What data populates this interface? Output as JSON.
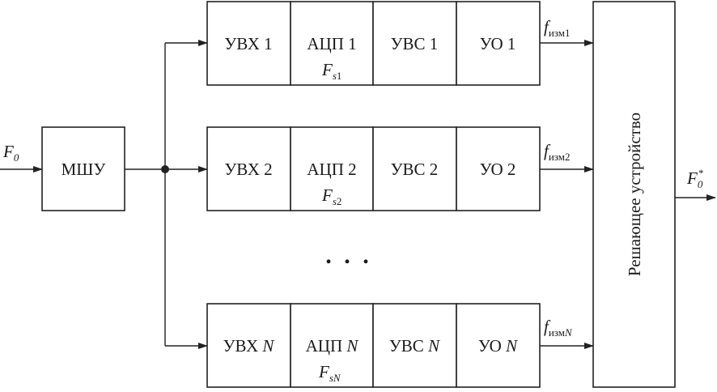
{
  "input_signal": {
    "symbol": "F",
    "subscript": "0"
  },
  "output_signal": {
    "symbol": "F",
    "subscript": "0",
    "superscript": "*"
  },
  "lna_label": "МШУ",
  "decision_label": "Решающее устройство",
  "ellipsis": ". . .",
  "channels": [
    {
      "uvh": "УВХ 1",
      "adc": "АЦП 1",
      "uvs": "УВС 1",
      "uo": "УО 1",
      "fs": {
        "symbol": "F",
        "sub_s": "s",
        "sub_idx": "1"
      },
      "f_meas": {
        "symbol": "f",
        "sub": "изм",
        "idx": "1"
      }
    },
    {
      "uvh": "УВХ 2",
      "adc": "АЦП 2",
      "uvs": "УВС 2",
      "uo": "УО 2",
      "fs": {
        "symbol": "F",
        "sub_s": "s",
        "sub_idx": "2"
      },
      "f_meas": {
        "symbol": "f",
        "sub": "изм",
        "idx": "2"
      }
    },
    {
      "uvh_prefix": "УВХ ",
      "adc_prefix": "АЦП ",
      "uvs_prefix": "УВС ",
      "uo_prefix": "УО ",
      "idx": "N",
      "fs": {
        "symbol": "F",
        "sub_s": "s",
        "sub_idx": "N"
      },
      "f_meas": {
        "symbol": "f",
        "sub": "изм",
        "idx": "N"
      }
    }
  ]
}
